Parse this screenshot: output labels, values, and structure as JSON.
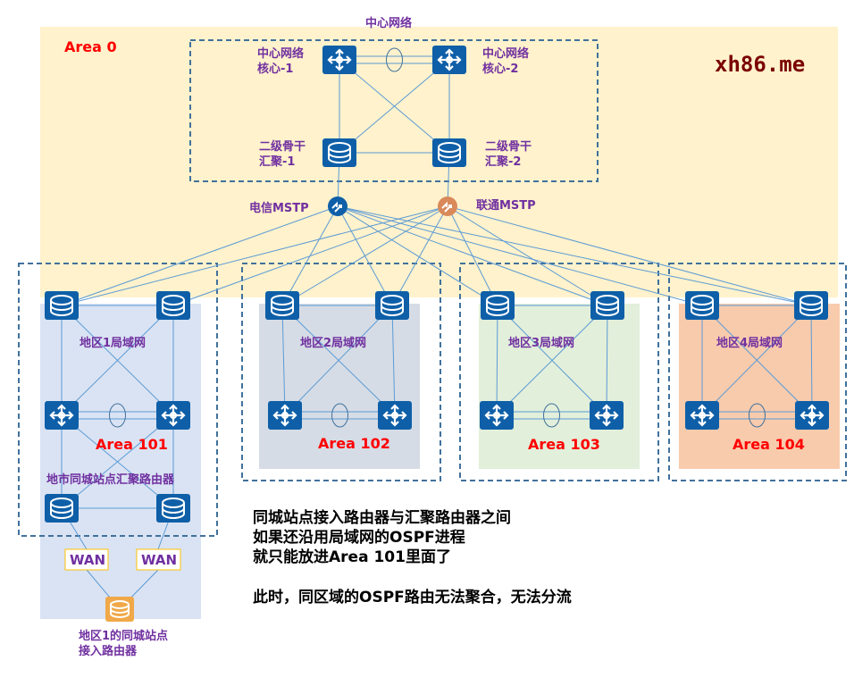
{
  "title": "中心网络",
  "area0": "Area 0",
  "core": {
    "left": [
      "中心网络",
      "核心-1"
    ],
    "right": [
      "中心网络",
      "核心-2"
    ]
  },
  "agg": {
    "left": [
      "二级骨干",
      "汇聚-1"
    ],
    "right": [
      "二级骨干",
      "汇聚-2"
    ]
  },
  "mstp": {
    "telecom": "电信MSTP",
    "unicom": "联通MSTP"
  },
  "regions": [
    {
      "lan": "地区1局域网",
      "area": "Area 101",
      "color": "#dae3f3"
    },
    {
      "lan": "地区2局域网",
      "area": "Area 102",
      "color": "#d6dce5"
    },
    {
      "lan": "地区3局域网",
      "area": "Area 103",
      "color": "#e2efda"
    },
    {
      "lan": "地区4局域网",
      "area": "Area 104",
      "color": "#f8cbad"
    }
  ],
  "city_agg": "地市同城站点汇聚路由器",
  "wan": [
    "WAN",
    "WAN"
  ],
  "access": [
    "地区1的同城站点",
    "接入路由器"
  ],
  "notes": [
    "同城站点接入路由器与汇聚路由器之间",
    "如果还沿用局域网的OSPF进程",
    "就只能放进Area 101里面了",
    "此时，同区域的OSPF路由无法聚合，无法分流"
  ],
  "watermark": "xh86.me",
  "colors": {
    "area0": "#fff2cc",
    "device": "#0e5fa8",
    "unicom": "#d9895a",
    "access": "#f0a848"
  }
}
